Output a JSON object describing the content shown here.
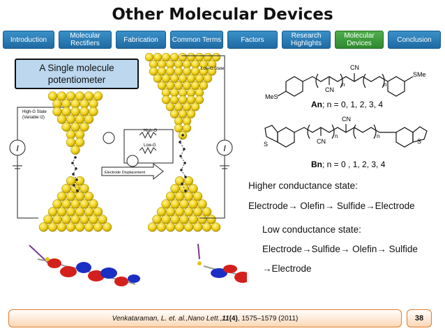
{
  "slide": {
    "title": "Other Molecular Devices",
    "page_number": "38"
  },
  "nav": {
    "tabs": [
      {
        "label": "Introduction",
        "active": false
      },
      {
        "label": "Molecular Rectifiers",
        "active": false
      },
      {
        "label": "Fabrication",
        "active": false
      },
      {
        "label": "Common Terms",
        "active": false
      },
      {
        "label": "Factors",
        "active": false
      },
      {
        "label": "Research Highlights",
        "active": false
      },
      {
        "label": "Molecular Devices",
        "active": true
      },
      {
        "label": "Conclusion",
        "active": false
      }
    ]
  },
  "callout": {
    "line1": "A Single molecule",
    "line2": "potentiometer"
  },
  "figure": {
    "high_g_state_label": "High-G State",
    "variable_label": "(Variable l2)",
    "low_g_state_label": "Low-G State",
    "circuit_high_g": "High-G",
    "circuit_low_g": "Low-G",
    "electrode_displacement": "Electrode Displacement",
    "current_symbol": "I"
  },
  "molecules": {
    "an_label": "An",
    "an_n_values": "; n = 0, 1, 2, 3, 4",
    "bn_label": "Bn",
    "bn_n_values": "; n = 0 , 1, 2, 3, 4",
    "group_sme": "SMe",
    "group_mes": "MeS",
    "group_cn": "CN",
    "group_s": "S",
    "sub_n": "n"
  },
  "text": {
    "higher_title": "Higher conductance state:",
    "higher_p1": "Electrode",
    "higher_p2": " Olefin",
    "higher_p3": " Sulfide",
    "higher_p4": "Electrode",
    "lower_title": "Low conductance state:",
    "lower_p1": "Electrode",
    "lower_p2": "Sulfide",
    "lower_p3": " Olefin",
    "lower_p4": " Sulfide",
    "lower_p5": "Electrode",
    "arrow": "→"
  },
  "footer": {
    "authors": "Venkataraman, L. et. al., ",
    "journal": "Nano Lett.",
    "sep": ", ",
    "volume": "11",
    "issue": " (4)",
    "pages": ", 1575–1579 (2011)"
  }
}
